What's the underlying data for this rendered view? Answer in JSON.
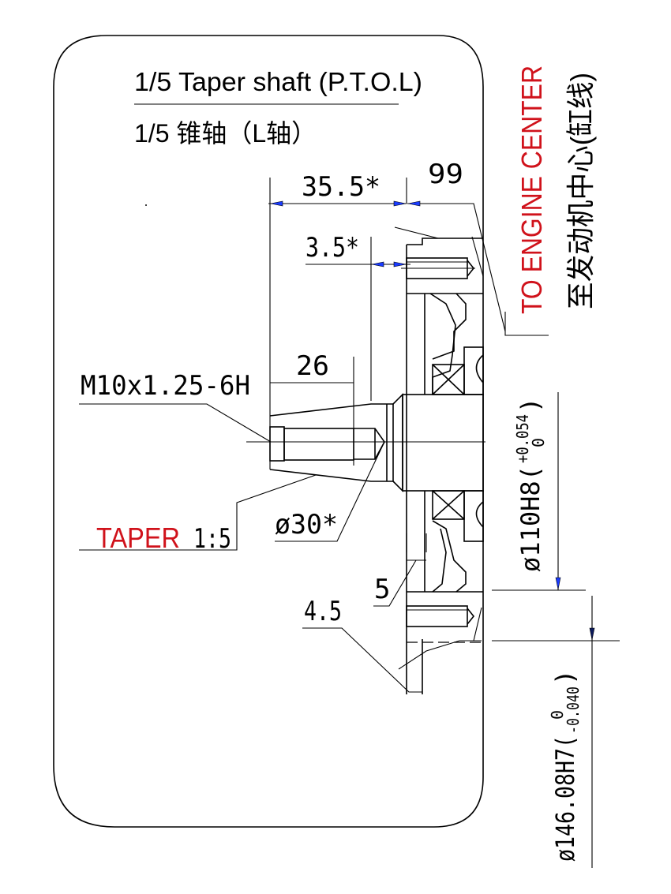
{
  "title": {
    "en": "1/5  Taper shaft (P.T.O.L)",
    "cn": "1/5  锥轴（L轴）"
  },
  "side_note": {
    "en": "TO ENGINE CENTER",
    "cn": "至发动机中心(缸线)"
  },
  "dimensions": {
    "d35_5": "35.5*",
    "d99": "99",
    "d3_5": "3.5*",
    "d26": "26",
    "thread": "M10x1.25-6H",
    "taper_label": "TAPER",
    "taper_ratio": "1:5",
    "dia30": "ø30*",
    "d5": "5",
    "d4_5": "4.5",
    "dia110": "ø110H8(",
    "dia110_tol_upper": "+0.054",
    "dia110_tol_lower": "0",
    "dia110_close": ")",
    "dia146": "ø146.08H7(",
    "dia146_tol_upper": "0",
    "dia146_tol_lower": "-0.040",
    "dia146_close": ")"
  },
  "colors": {
    "accent_red": "#d0121b",
    "arrow_blue": "#1a3cff"
  }
}
